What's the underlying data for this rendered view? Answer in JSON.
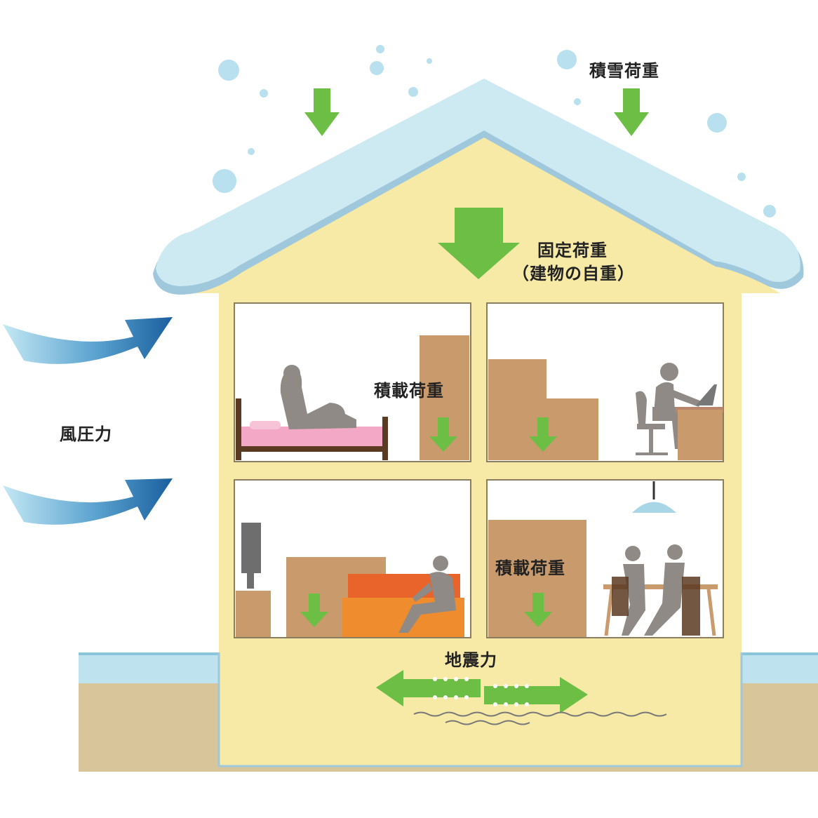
{
  "labels": {
    "snow_load": "積雪荷重",
    "dead_load_line1": "固定荷重",
    "dead_load_line2": "（建物の自重）",
    "live_load_upper": "積載荷重",
    "live_load_lower": "積載荷重",
    "wind_pressure": "風圧力",
    "seismic_force": "地震力"
  },
  "colors": {
    "snow": "#cde9f2",
    "snow_edge": "#9fc8dc",
    "house_wall": "#f6eaa6",
    "room_bg": "#ffffff",
    "ground": "#d8c69a",
    "ground_top": "#bfe3ee",
    "load_arrow": "#6cbe45",
    "wind_arrow_start": "#bfe6f2",
    "wind_arrow_end": "#1a5f9e",
    "furniture_box": "#c99a6c",
    "silhouette": "#8f8a86",
    "bed_sheet": "#f3a9c6",
    "sofa": "#e8642a",
    "lamp": "#a9d6e6"
  },
  "icons": [
    "snow-load-arrow",
    "dead-load-arrow",
    "live-load-arrow",
    "wind-arrow",
    "seismic-arrow",
    "ground-wave"
  ]
}
